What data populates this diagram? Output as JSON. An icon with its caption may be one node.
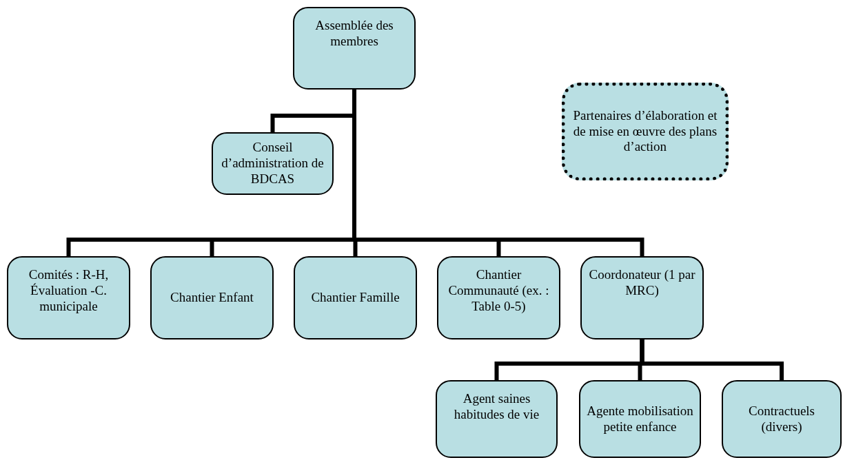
{
  "diagram": {
    "nodes": [
      {
        "text": [
          "Assemblée des membres"
        ]
      },
      {
        "text": [
          "Partenaires d’élaboration et de mise en œuvre des plans d’action"
        ]
      },
      {
        "text": [
          "Conseil d’administration de BDCAS"
        ]
      },
      {
        "text": [
          "Comités : R-H, Évaluation -C. municipale"
        ]
      },
      {
        "text": [
          "Chantier Enfant"
        ]
      },
      {
        "text": [
          "Chantier Famille"
        ]
      },
      {
        "text": [
          "Chantier Communauté (ex. : Table 0-5)"
        ]
      },
      {
        "text": [
          "Coordonateur (1 par MRC)"
        ]
      },
      {
        "text": [
          "Agent saines habitudes de vie"
        ]
      },
      {
        "text": [
          "Agente mobilisation petite enfance"
        ]
      },
      {
        "text": [
          "Contractuels (divers)"
        ]
      }
    ],
    "edges": [
      {
        "from": 0,
        "to": 2,
        "arrow": "none"
      },
      {
        "from": 0,
        "to": 3,
        "arrow": "none"
      },
      {
        "from": 0,
        "to": 4,
        "arrow": "none"
      },
      {
        "from": 0,
        "to": 5,
        "arrow": "none"
      },
      {
        "from": 0,
        "to": 6,
        "arrow": "none"
      },
      {
        "from": 0,
        "to": 7,
        "arrow": "none"
      },
      {
        "from": 7,
        "to": 8,
        "arrow": "none"
      },
      {
        "from": 7,
        "to": 9,
        "arrow": "none"
      },
      {
        "from": 7,
        "to": 10,
        "arrow": "none"
      }
    ]
  }
}
